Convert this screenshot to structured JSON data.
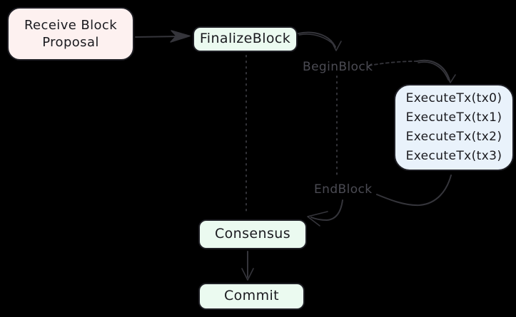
{
  "colors": {
    "background": "#000000",
    "box_border": "#1f1f25",
    "box_text": "#1a1a1f",
    "stroke": "#35353b",
    "muted_label": "#4b4b53",
    "pink_fill": "#fdf1f0",
    "green_fill": "#ebfaf0",
    "blue_fill": "#e9f2fb"
  },
  "nodes": {
    "receive": {
      "line1": "Receive Block",
      "line2": "Proposal"
    },
    "finalize": {
      "label": "FinalizeBlock"
    },
    "execute": {
      "lines": [
        "ExecuteTx(tx0)",
        "ExecuteTx(tx1)",
        "ExecuteTx(tx2)",
        "ExecuteTx(tx3)"
      ]
    },
    "consensus": {
      "label": "Consensus"
    },
    "commit": {
      "label": "Commit"
    }
  },
  "labels": {
    "begin_block": "BeginBlock",
    "end_block": "EndBlock"
  },
  "edges": [
    {
      "from": "Receive Block Proposal",
      "to": "FinalizeBlock",
      "style": "solid-arrow"
    },
    {
      "from": "FinalizeBlock",
      "to": "BeginBlock",
      "style": "solid-arrow"
    },
    {
      "from": "BeginBlock",
      "to": "ExecuteTx",
      "style": "dashed-then-solid-arrow"
    },
    {
      "from": "ExecuteTx",
      "to": "EndBlock",
      "style": "solid-line"
    },
    {
      "from": "EndBlock",
      "to": "Consensus",
      "style": "solid-arrow"
    },
    {
      "from": "FinalizeBlock",
      "to": "Consensus",
      "style": "dotted-line"
    },
    {
      "from": "BeginBlock",
      "to": "EndBlock",
      "style": "dotted-line"
    },
    {
      "from": "Consensus",
      "to": "Commit",
      "style": "solid-arrow"
    }
  ]
}
